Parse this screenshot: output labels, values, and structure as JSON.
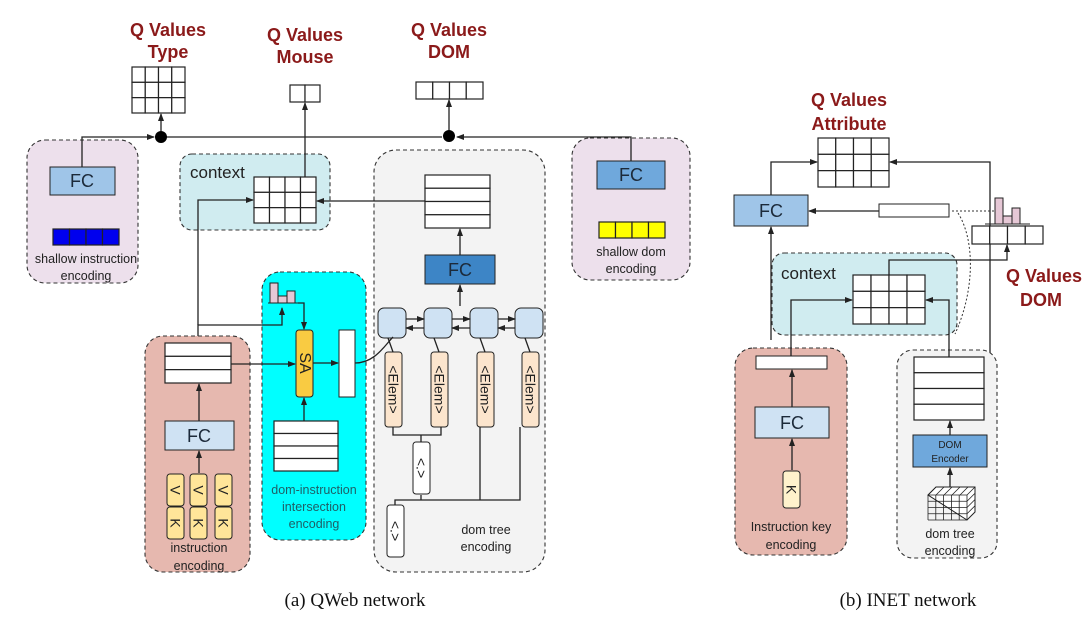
{
  "panel_a": {
    "caption": "(a) QWeb network",
    "q_type": [
      "Q Values",
      "Type"
    ],
    "q_mouse": [
      "Q Values",
      "Mouse"
    ],
    "q_dom": [
      "Q Values",
      "DOM"
    ],
    "shallow_instruction": {
      "fc": "FC",
      "label": [
        "shallow instruction",
        "encoding"
      ]
    },
    "context": "context",
    "shallow_dom": {
      "fc": "FC",
      "label": [
        "shallow dom",
        "encoding"
      ]
    },
    "dom_tree": {
      "fc": "FC",
      "elem": "<Elem>",
      "node": "<.>",
      "label": [
        "dom tree",
        "encoding"
      ]
    },
    "intersection": {
      "sa": "SA",
      "label": [
        "dom-instruction",
        "intersection",
        "encoding"
      ]
    },
    "instruction": {
      "fc": "FC",
      "v": "V",
      "k": "K",
      "label": [
        "instruction",
        "encoding"
      ]
    }
  },
  "panel_b": {
    "caption": "(b) INET network",
    "q_attribute": [
      "Q Values",
      "Attribute"
    ],
    "q_dom": [
      "Q Values",
      "DOM"
    ],
    "fc_top": "FC",
    "context": "context",
    "instruction_key": {
      "fc": "FC",
      "k": "K",
      "label": [
        "Instruction key",
        "encoding"
      ]
    },
    "dom_tree": {
      "encoder": [
        "DOM",
        "Encoder"
      ],
      "label": [
        "dom tree",
        "encoding"
      ]
    }
  },
  "colors": {
    "q_label": "#8b1a1a",
    "shallow_bg": "#ede0ec",
    "context_bg": "#d0ecf0",
    "dom_tree_bg": "#f3f3f3",
    "intersection_bg": "#00ffff",
    "instruction_bg": "#e6b8af",
    "fc_light": "#cfe2f3",
    "fc_mid": "#9fc5e8",
    "fc_dark": "#3d85c6",
    "shallow_instr_bar": "#0000ee",
    "shallow_dom_bar": "#ffff00",
    "sa": "#f9cb42",
    "elem": "#fce5cd"
  }
}
